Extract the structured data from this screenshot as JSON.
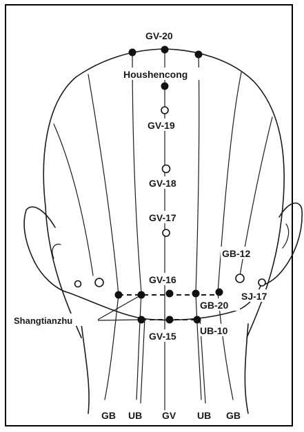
{
  "diagram": {
    "labels": {
      "gv20": "GV-20",
      "houshencong": "Houshencong",
      "gv19": "GV-19",
      "gv18": "GV-18",
      "gv17": "GV-17",
      "gv16": "GV-16",
      "gv15": "GV-15",
      "gb12": "GB-12",
      "gb20": "GB-20",
      "sj17": "SJ-17",
      "ub10": "UB-10",
      "shangtianzhu": "Shangtianzhu"
    },
    "meridians": {
      "gb_left": "GB",
      "ub_left": "UB",
      "gv": "GV",
      "ub_right": "UB",
      "gb_right": "GB"
    }
  }
}
